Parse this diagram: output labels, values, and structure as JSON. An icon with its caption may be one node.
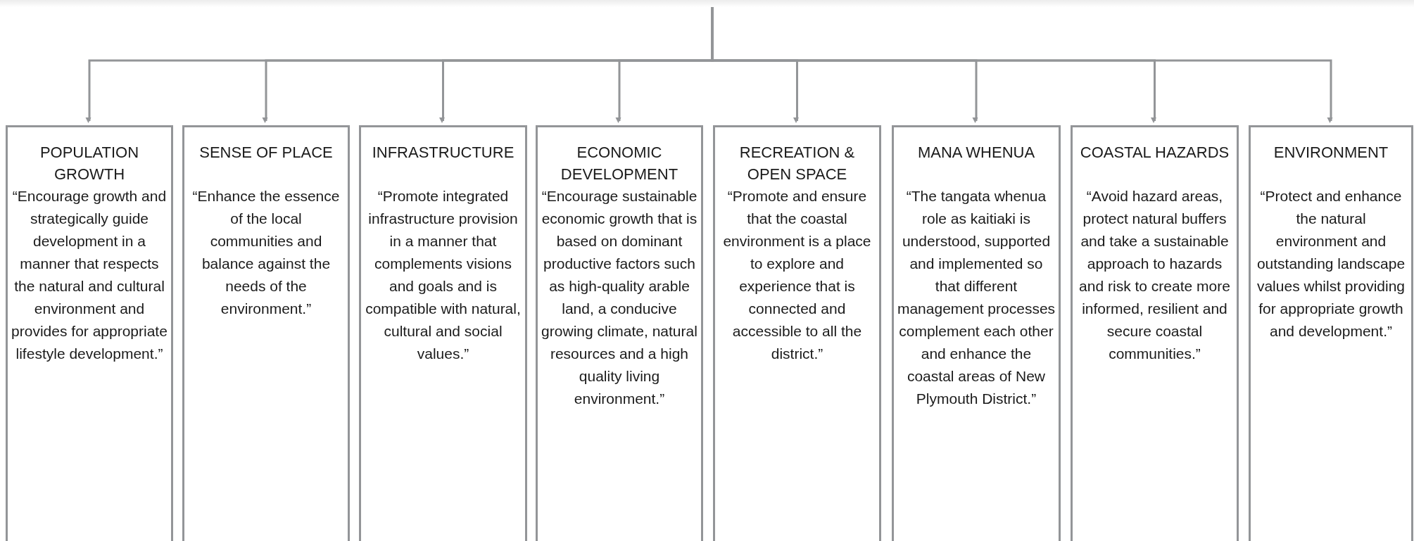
{
  "diagram": {
    "nodes": [
      {
        "text": [
          "POPULATION GROWTH",
          "“Encourage growth and strategically guide development in a manner that respects the natural and cultural environment and provides for appropriate lifestyle development.”"
        ]
      },
      {
        "text": [
          "SENSE OF PLACE",
          "“Enhance the essence of the local communities and balance against the needs of the environment.”"
        ]
      },
      {
        "text": [
          "INFRASTRUCTURE",
          "“Promote integrated infrastructure provision in a manner that complements visions and goals and is compatible with natural, cultural and social values.”"
        ]
      },
      {
        "text": [
          "ECONOMIC DEVELOPMENT",
          "“Encourage sustainable economic growth that is based on dominant productive factors such as high-quality arable land, a conducive growing climate,  natural resources and a high quality living environment.”"
        ]
      },
      {
        "text": [
          "RECREATION & OPEN SPACE",
          "“Promote and ensure that the coastal environment is a place to explore and experience that is connected and accessible to all the district.”"
        ]
      },
      {
        "text": [
          "MANA WHENUA",
          "“The tangata whenua role as kaitiaki is understood, supported and implemented so that different management processes complement each other and enhance the coastal areas of New Plymouth District.”"
        ]
      },
      {
        "text": [
          "COASTAL HAZARDS",
          "“Avoid hazard areas, protect natural buffers and take a sustainable approach to hazards and risk to create more informed, resilient and secure coastal communities.”"
        ]
      },
      {
        "text": [
          "ENVIRONMENT",
          "“Protect and enhance the natural environment and outstanding landscape values whilst providing for appropriate growth and development.”"
        ]
      }
    ],
    "edges": [
      {
        "from": null,
        "to": 0,
        "arrow": "to"
      },
      {
        "from": null,
        "to": 1,
        "arrow": "to"
      },
      {
        "from": null,
        "to": 2,
        "arrow": "to"
      },
      {
        "from": null,
        "to": 3,
        "arrow": "to"
      },
      {
        "from": null,
        "to": 4,
        "arrow": "to"
      },
      {
        "from": null,
        "to": 5,
        "arrow": "to"
      },
      {
        "from": null,
        "to": 6,
        "arrow": "to"
      },
      {
        "from": null,
        "to": 7,
        "arrow": "to"
      }
    ]
  }
}
